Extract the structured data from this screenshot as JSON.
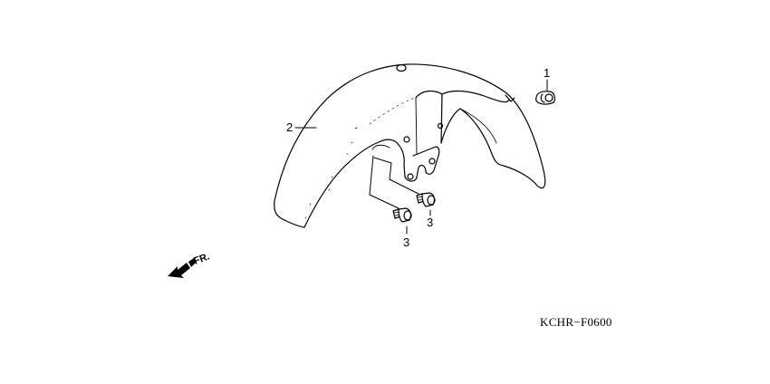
{
  "diagram": {
    "callouts": [
      {
        "number": "1",
        "part": "clip"
      },
      {
        "number": "2",
        "part": "front-fender"
      },
      {
        "number": "3",
        "part": "bolt"
      },
      {
        "number": "3",
        "part": "bolt"
      }
    ],
    "direction_label": "FR.",
    "diagram_code": "KCHR−F0600"
  }
}
